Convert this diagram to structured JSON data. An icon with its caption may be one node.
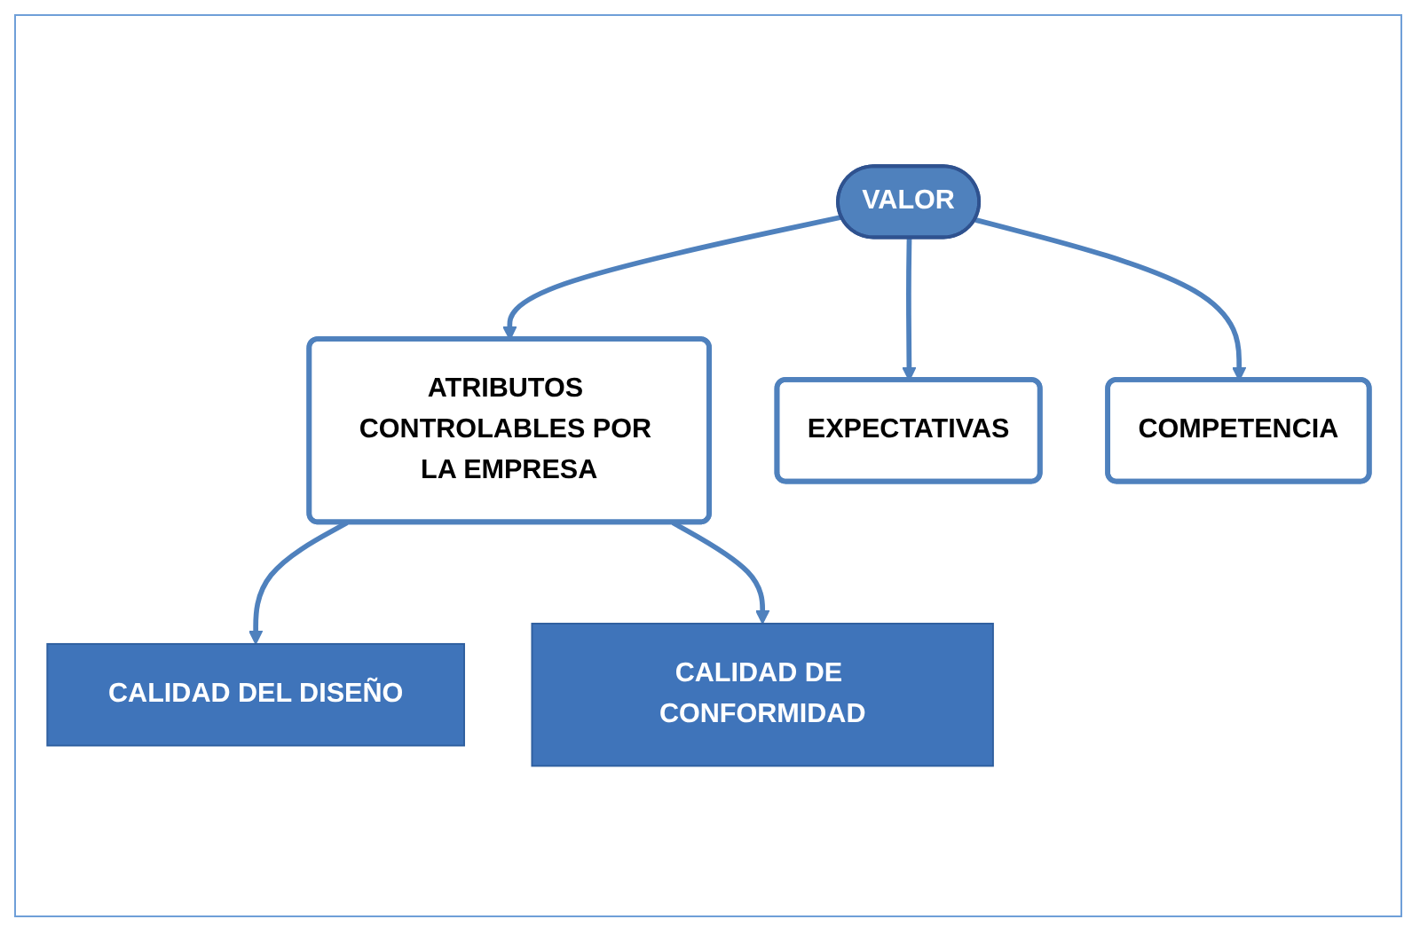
{
  "diagram": {
    "nodes": [
      {
        "text": [
          "VALOR"
        ]
      },
      {
        "text": [
          "ATRIBUTOS CONTROLABLES POR LA EMPRESA"
        ]
      },
      {
        "text": [
          "EXPECTATIVAS"
        ]
      },
      {
        "text": [
          "COMPETENCIA"
        ]
      },
      {
        "text": [
          "CALIDAD DEL DISEÑO"
        ]
      },
      {
        "text": [
          "CALIDAD DE CONFORMIDAD"
        ]
      }
    ],
    "edges": [
      {
        "from": 0,
        "to": 1,
        "arrow": "to"
      },
      {
        "from": 0,
        "to": 2,
        "arrow": "to"
      },
      {
        "from": 0,
        "to": 3,
        "arrow": "to"
      },
      {
        "from": 1,
        "to": 4,
        "arrow": "to"
      },
      {
        "from": 1,
        "to": 5,
        "arrow": "to"
      }
    ]
  }
}
